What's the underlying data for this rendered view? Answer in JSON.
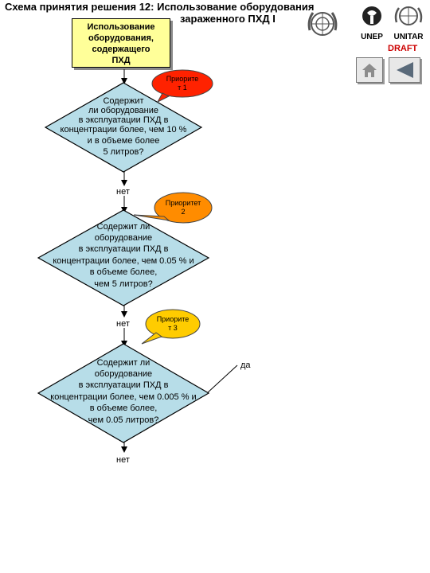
{
  "title_line1": "Схема принятия решения 12: Использование оборудования",
  "title_line2": "зараженного ПХД I",
  "start_box": [
    "Использование",
    "оборудования,",
    "содержащего",
    "ПХД"
  ],
  "draft_label": "DRAFT",
  "logos": {
    "unep": "UNEP",
    "unitar": "UNITAR"
  },
  "nav": {
    "home_icon": "home-icon",
    "back_icon": "back-arrow-icon"
  },
  "decisions": [
    {
      "lines": [
        "Содержит",
        "ли оборудование",
        "в эксплуатации ПХД в",
        "концентрации более, чем 10 %",
        "и в объеме более",
        "5 литров?"
      ]
    },
    {
      "lines": [
        "Содержит ли",
        "оборудование",
        "в эксплуатации ПХД в",
        "концентрации более, чем  0.05 % и",
        "в объеме более,",
        "чем 5 литров?"
      ]
    },
    {
      "lines": [
        "Содержит ли",
        "оборудование",
        "в эксплуатации ПХД в",
        "концентрации более, чем 0.005 % и",
        "в объеме более,",
        "чем 0.05 литров?"
      ]
    }
  ],
  "no_labels": [
    "нет",
    "нет",
    "нет"
  ],
  "yes_label": "да",
  "priorities": [
    {
      "lines": [
        "Приорите",
        "т 1"
      ],
      "color": "#ff2200"
    },
    {
      "lines": [
        "Приоритет",
        "2"
      ],
      "color": "#ff8c00"
    },
    {
      "lines": [
        "Приорите",
        "т 3"
      ],
      "color": "#ffcc00"
    }
  ],
  "colors": {
    "diamond_fill": "#b7dde8",
    "start_fill": "#ffff99"
  }
}
